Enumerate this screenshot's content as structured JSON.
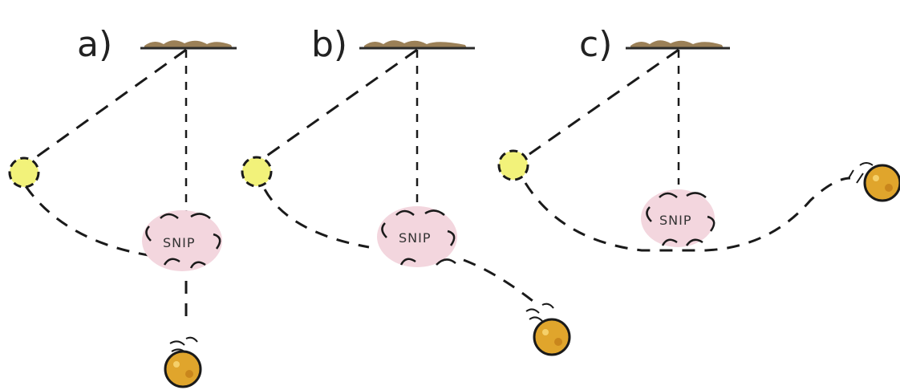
{
  "panels": [
    {
      "label": "a)",
      "snip_text": "SNIP"
    },
    {
      "label": "b)",
      "snip_text": "SNIP"
    },
    {
      "label": "c)",
      "snip_text": "SNIP"
    }
  ],
  "colors": {
    "ceiling": "#8a6a3a",
    "ceiling_line": "#2a2a2a",
    "ink": "#1a1a1a",
    "bob_start": "#f2f27a",
    "bob_end_fill": "#e0a52c",
    "snip_burst": "#f3d6de"
  },
  "icons": {
    "bob_start": "pendulum-bob-at-release-icon",
    "bob_end": "falling-bob-icon",
    "snip": "snip-burst-icon",
    "ceiling": "ceiling-support-icon"
  }
}
